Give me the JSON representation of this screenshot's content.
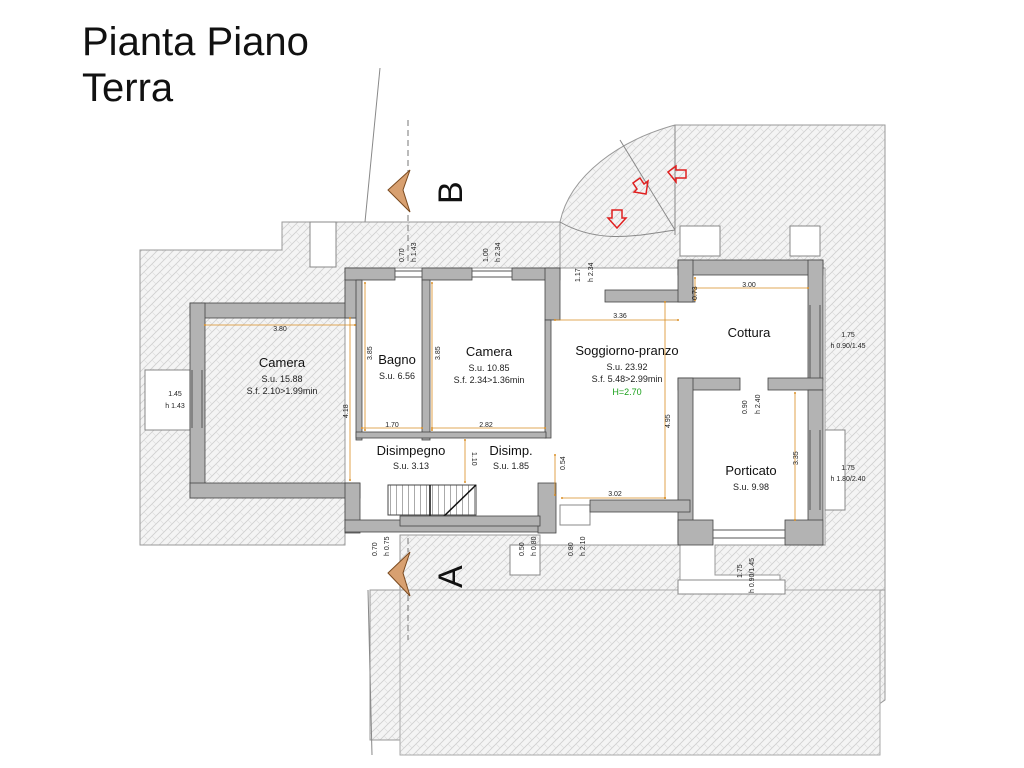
{
  "title": {
    "line1": "Pianta Piano",
    "line2": "Terra"
  },
  "sections": {
    "a": "A",
    "b": "B"
  },
  "rooms": {
    "camera1": {
      "name": "Camera",
      "su": "S.u. 15.88",
      "sf": "S.f. 2.10>1.99min"
    },
    "bagno": {
      "name": "Bagno",
      "su": "S.u. 6.56"
    },
    "camera2": {
      "name": "Camera",
      "su": "S.u. 10.85",
      "sf": "S.f. 2.34>1.36min"
    },
    "soggiorno": {
      "name": "Soggiorno-pranzo",
      "su": "S.u. 23.92",
      "sf": "S.f. 5.48>2.99min",
      "h": "H=2.70"
    },
    "cottura": {
      "name": "Cottura"
    },
    "disimpegno": {
      "name": "Disimpegno",
      "su": "S.u. 3.13"
    },
    "disimp": {
      "name": "Disimp.",
      "su": "S.u. 1.85"
    },
    "porticato": {
      "name": "Porticato",
      "su": "S.u. 9.98"
    }
  },
  "dimensions": {
    "d380": "3.80",
    "d385a": "3.85",
    "d385b": "3.85",
    "d418": "4.18",
    "d170": "1.70",
    "d282": "2.82",
    "d110": "1.10",
    "d336": "3.36",
    "d495": "4.95",
    "d302": "3.02",
    "d054": "0.54",
    "d300": "3.00",
    "d073": "0.73",
    "d335": "3.35",
    "d090": "0.90",
    "h240": "h 2.40",
    "d117": "1.17",
    "h234b": "h 2.34",
    "d070t": "0.70",
    "h143t": "h 1.43",
    "d100": "1.00",
    "h234a": "h 2.34",
    "d145": "1.45",
    "h143w": "h 1.43",
    "d175a": "1.75",
    "h090a": "h 0.90/1.45",
    "d175b": "1.75",
    "h180": "h 1.80/2.40",
    "d175c": "1.75",
    "h090c": "h 0.90/1.45",
    "d070b": "0.70",
    "h075": "h 0.75",
    "d050": "0.50",
    "h080a": "h 0.80",
    "d080": "0.80",
    "h210": "h 2.10"
  },
  "colors": {
    "wall": "#b3b3b3",
    "hatch": "#d6d6d6",
    "dim": "#d98c20",
    "door": "#e02020",
    "green": "#1aa01a"
  }
}
